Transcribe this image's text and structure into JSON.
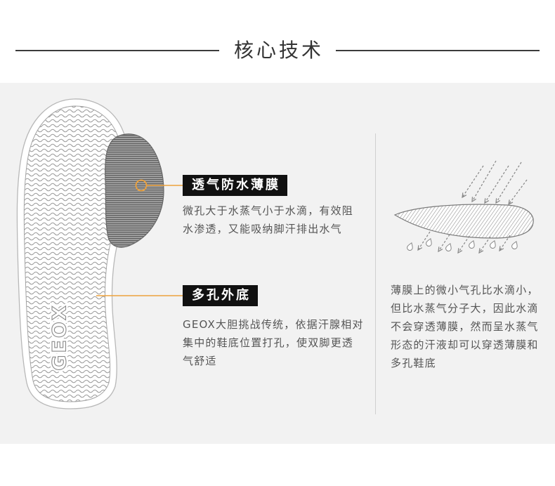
{
  "title": "核心技术",
  "features": [
    {
      "label": "透气防水薄膜",
      "description": [
        "微孔大于水蒸气小于水滴，有效阻",
        "水渗透，又能吸纳脚汗排出水气"
      ]
    },
    {
      "label": "多孔外底",
      "description": [
        "GEOX大胆挑战传统，依据汗腺相对",
        "集中的鞋底位置打孔，使双脚更透",
        "气舒适"
      ]
    }
  ],
  "explanation": [
    "薄膜上的微小气孔比水滴小，",
    "但比水蒸气分子大，因此水滴",
    "不会穿透薄膜，然而呈水蒸气",
    "形态的汗液却可以穿透薄膜和",
    "多孔鞋底"
  ],
  "insole_logo": "GEOX",
  "colors": {
    "accent": "#eda23c",
    "label_background": "#111111",
    "panel_background": "#f2f2f2",
    "body_text": "#555555",
    "title_text": "#333333",
    "rule_line": "#3c3c3c"
  },
  "icons": {
    "insole": "insole-icon",
    "membrane": "membrane-icon",
    "marker": "callout-marker-icon",
    "cross_section": "membrane-cross-section-icon",
    "arrow": "vapor-arrow-icon",
    "droplet": "droplet-icon"
  }
}
